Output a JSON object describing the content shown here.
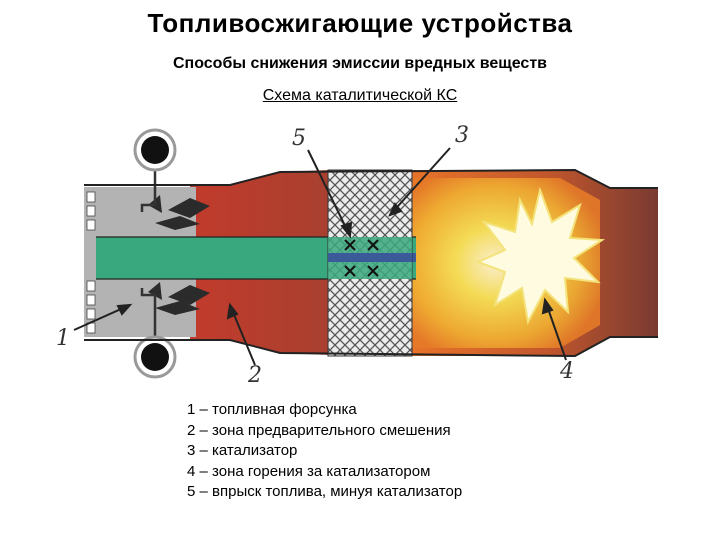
{
  "title": "Топливосжигающие устройства",
  "subtitle": "Способы снижения эмиссии вредных веществ",
  "scheme_title": "Схема каталитической КС",
  "diagram": {
    "callouts": [
      "1",
      "2",
      "3",
      "4",
      "5"
    ],
    "colors": {
      "flame_gradient_start": "#b83a2a",
      "flame_gradient_end": "#7a3a32",
      "green_fuel_channel": "#3aa87e",
      "blue_inner_line": "#3a5a9a",
      "gray_injector_zone": "#b0b0b0",
      "combustion_glow": "#f5d840",
      "combustion_outer": "#e06a28",
      "catalyst_mesh": "#e8e8e8"
    }
  },
  "legend": [
    "1 – топливная форсунка",
    "2 – зона предварительного смешения",
    "3 – катализатор",
    "4 – зона горения за катализатором",
    "5 – впрыск топлива, минуя катализатор"
  ]
}
